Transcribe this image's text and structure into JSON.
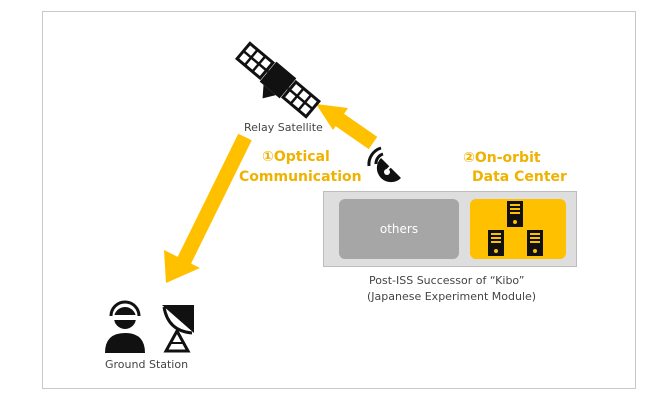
{
  "relay_satellite": {
    "label": "Relay Satellite",
    "icon": "satellite-icon"
  },
  "optical_communication": {
    "number": "①",
    "line1": "Optical",
    "line2": "Communication"
  },
  "on_orbit_data_center": {
    "number": "②",
    "line1": "On-orbit",
    "line2": "Data Center"
  },
  "module": {
    "others_label": "others",
    "caption_line1": "Post-ISS Successor of “Kibo”",
    "caption_line2": "(Japanese Experiment Module)"
  },
  "ground_station": {
    "label": "Ground Station",
    "icons": [
      "operator-icon",
      "dish-antenna-icon"
    ]
  },
  "colors": {
    "accent": "#ffc000",
    "text_accent": "#f0b200",
    "icon": "#111111",
    "module_bg": "#dedede",
    "others_bg": "#a6a6a6"
  }
}
